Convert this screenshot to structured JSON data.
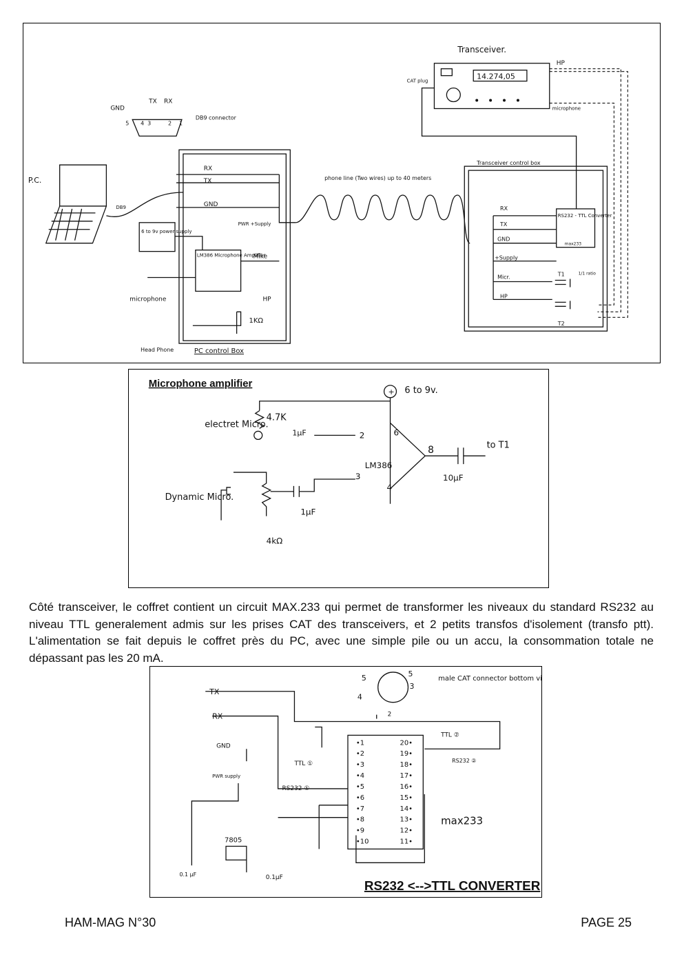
{
  "fig1": {
    "transceiver": "Transceiver.",
    "frequency": "14.274,05",
    "hp": "HP",
    "microphone_top": "microphone",
    "cat_plug": "CAT plug",
    "db9_pins": [
      "GND",
      "TX",
      "RX"
    ],
    "db9_numbers": [
      "5",
      "4",
      "3",
      "2",
      "1"
    ],
    "db9_label": "DB9 connector",
    "pc": "P.C.",
    "db9_small": "DB9",
    "pc_box": {
      "rx": "RX",
      "tx": "TX",
      "gnd": "GND",
      "pwr": "PWR +Supply",
      "supply_box": "6 to 9v power supply",
      "amp_box": "LM386 Microphone Amplifier",
      "mike": "Mike",
      "hp": "HP",
      "pot": "1KΩ",
      "microphone": "microphone",
      "headphone": "Head Phone",
      "title": "PC control Box"
    },
    "phone_line": "phone line (Two wires) up to 40 meters",
    "trx_box": {
      "title": "Transceiver control box",
      "rx": "RX",
      "tx": "TX",
      "gnd": "GND",
      "supply": "+Supply",
      "micro": "Micr.",
      "hp": "HP",
      "conv": "RS232 - TTL Converter",
      "chip": "max233",
      "t1": "T1",
      "t2": "T2",
      "ratio": "1/1 ratio"
    }
  },
  "fig2": {
    "title": "Microphone amplifier",
    "supply": "6 to 9v.",
    "r1": "4.7K",
    "c1": "1µF",
    "electret": "electret Micro.",
    "dynamic": "Dynamic Micro.",
    "chip": "LM386",
    "pins": [
      "2",
      "3",
      "6",
      "4",
      "8"
    ],
    "to_t1": "to T1",
    "c_out": "10µF",
    "c_in": "1µF",
    "pot": "4kΩ"
  },
  "paragraph": "Côté transceiver, le coffret contient un circuit MAX.233 qui permet  de transformer les niveaux du standard RS232 au niveau TTL generalement admis sur les prises CAT des transceivers, et 2 petits transfos d'isolement (transfo ptt). L'alimentation se fait depuis le coffret près du PC, avec une simple pile ou un accu, la consommation totale ne dépassant pas les 20 mA.",
  "fig3": {
    "tx": "TX",
    "rx": "RX",
    "gnd": "GND",
    "pwr": "PWR supply",
    "connector": "male CAT connector bottom view",
    "din_pins": [
      "5",
      "5",
      "3",
      "4",
      "2"
    ],
    "ttl1": "TTL ①",
    "ttl2": "TTL ②",
    "rs232_1": "RS232 ①",
    "rs232_2": "RS232 ②",
    "left_pins": [
      "1",
      "2",
      "3",
      "4",
      "5",
      "6",
      "7",
      "8",
      "9",
      "10"
    ],
    "right_pins": [
      "20",
      "19",
      "18",
      "17",
      "16",
      "15",
      "14",
      "13",
      "12",
      "11"
    ],
    "chip": "max233",
    "regulator": "7805",
    "cap1": "0.1 µF",
    "cap2": "0.1µF",
    "title": "RS232 <-->TTL CONVERTER"
  },
  "footer": {
    "left": "HAM-MAG N°30",
    "right": "PAGE 25"
  }
}
